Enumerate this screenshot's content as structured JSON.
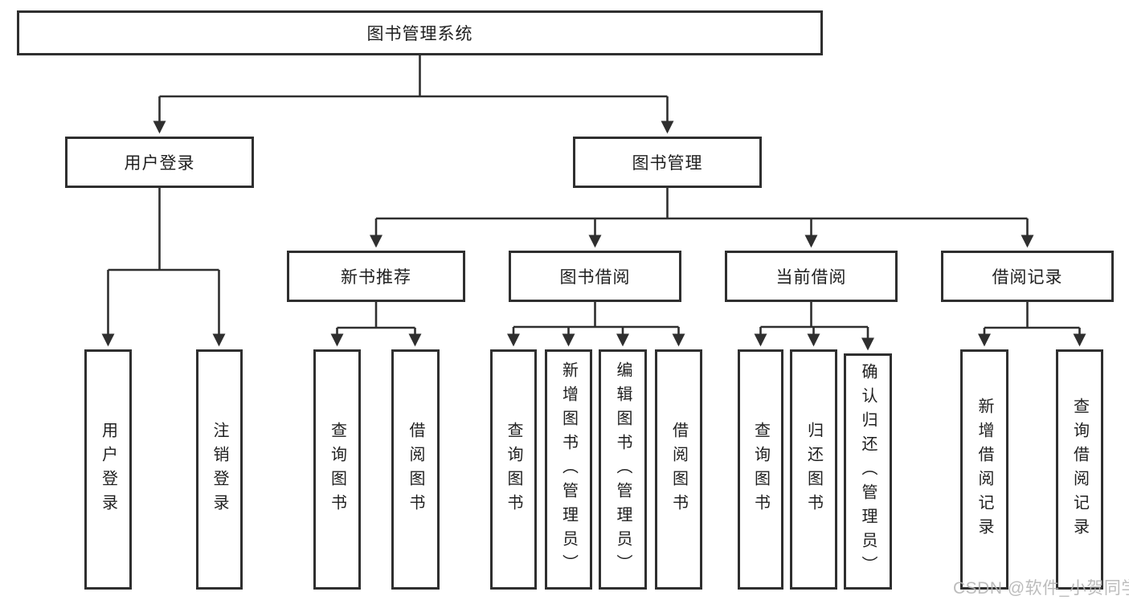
{
  "diagram": {
    "title": "图书管理系统",
    "root": {
      "label": "图书管理系统"
    },
    "branches": [
      {
        "label": "用户登录",
        "children": [
          {
            "label": "用户登录"
          },
          {
            "label": "注销登录"
          }
        ]
      },
      {
        "label": "图书管理",
        "children": [
          {
            "label": "新书推荐",
            "children": [
              {
                "label": "查询图书"
              },
              {
                "label": "借阅图书"
              }
            ]
          },
          {
            "label": "图书借阅",
            "children": [
              {
                "label": "查询图书"
              },
              {
                "label": "新增图书（管理员）"
              },
              {
                "label": "编辑图书（管理员）"
              },
              {
                "label": "借阅图书"
              }
            ]
          },
          {
            "label": "当前借阅",
            "children": [
              {
                "label": "查询图书"
              },
              {
                "label": "归还图书"
              },
              {
                "label": "确认归还（管理员）"
              }
            ]
          },
          {
            "label": "借阅记录",
            "children": [
              {
                "label": "新增借阅记录"
              },
              {
                "label": "查询借阅记录"
              }
            ]
          }
        ]
      }
    ],
    "colors": {
      "line": "#2f2f2f",
      "box_border": "#2f2f2f",
      "text": "#1f1f1f",
      "background": "#ffffff",
      "watermark": "#b5b5b5"
    },
    "watermark": "CSDN @软件_小贺同学"
  }
}
